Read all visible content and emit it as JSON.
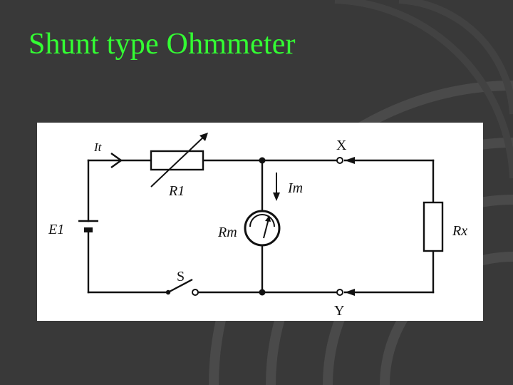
{
  "slide": {
    "title": "Shunt type Ohmmeter",
    "colors": {
      "background": "#3a3a3a",
      "title": "#33ff33",
      "panel": "#ffffff",
      "ink": "#111111"
    }
  },
  "circuit": {
    "labels": {
      "current_total": "It",
      "terminal_top": "X",
      "terminal_bottom": "Y",
      "resistor_r1": "R1",
      "meter_current": "Im",
      "meter_resistance": "Rm",
      "battery": "E1",
      "unknown_resistor": "Rx",
      "switch": "S"
    }
  }
}
